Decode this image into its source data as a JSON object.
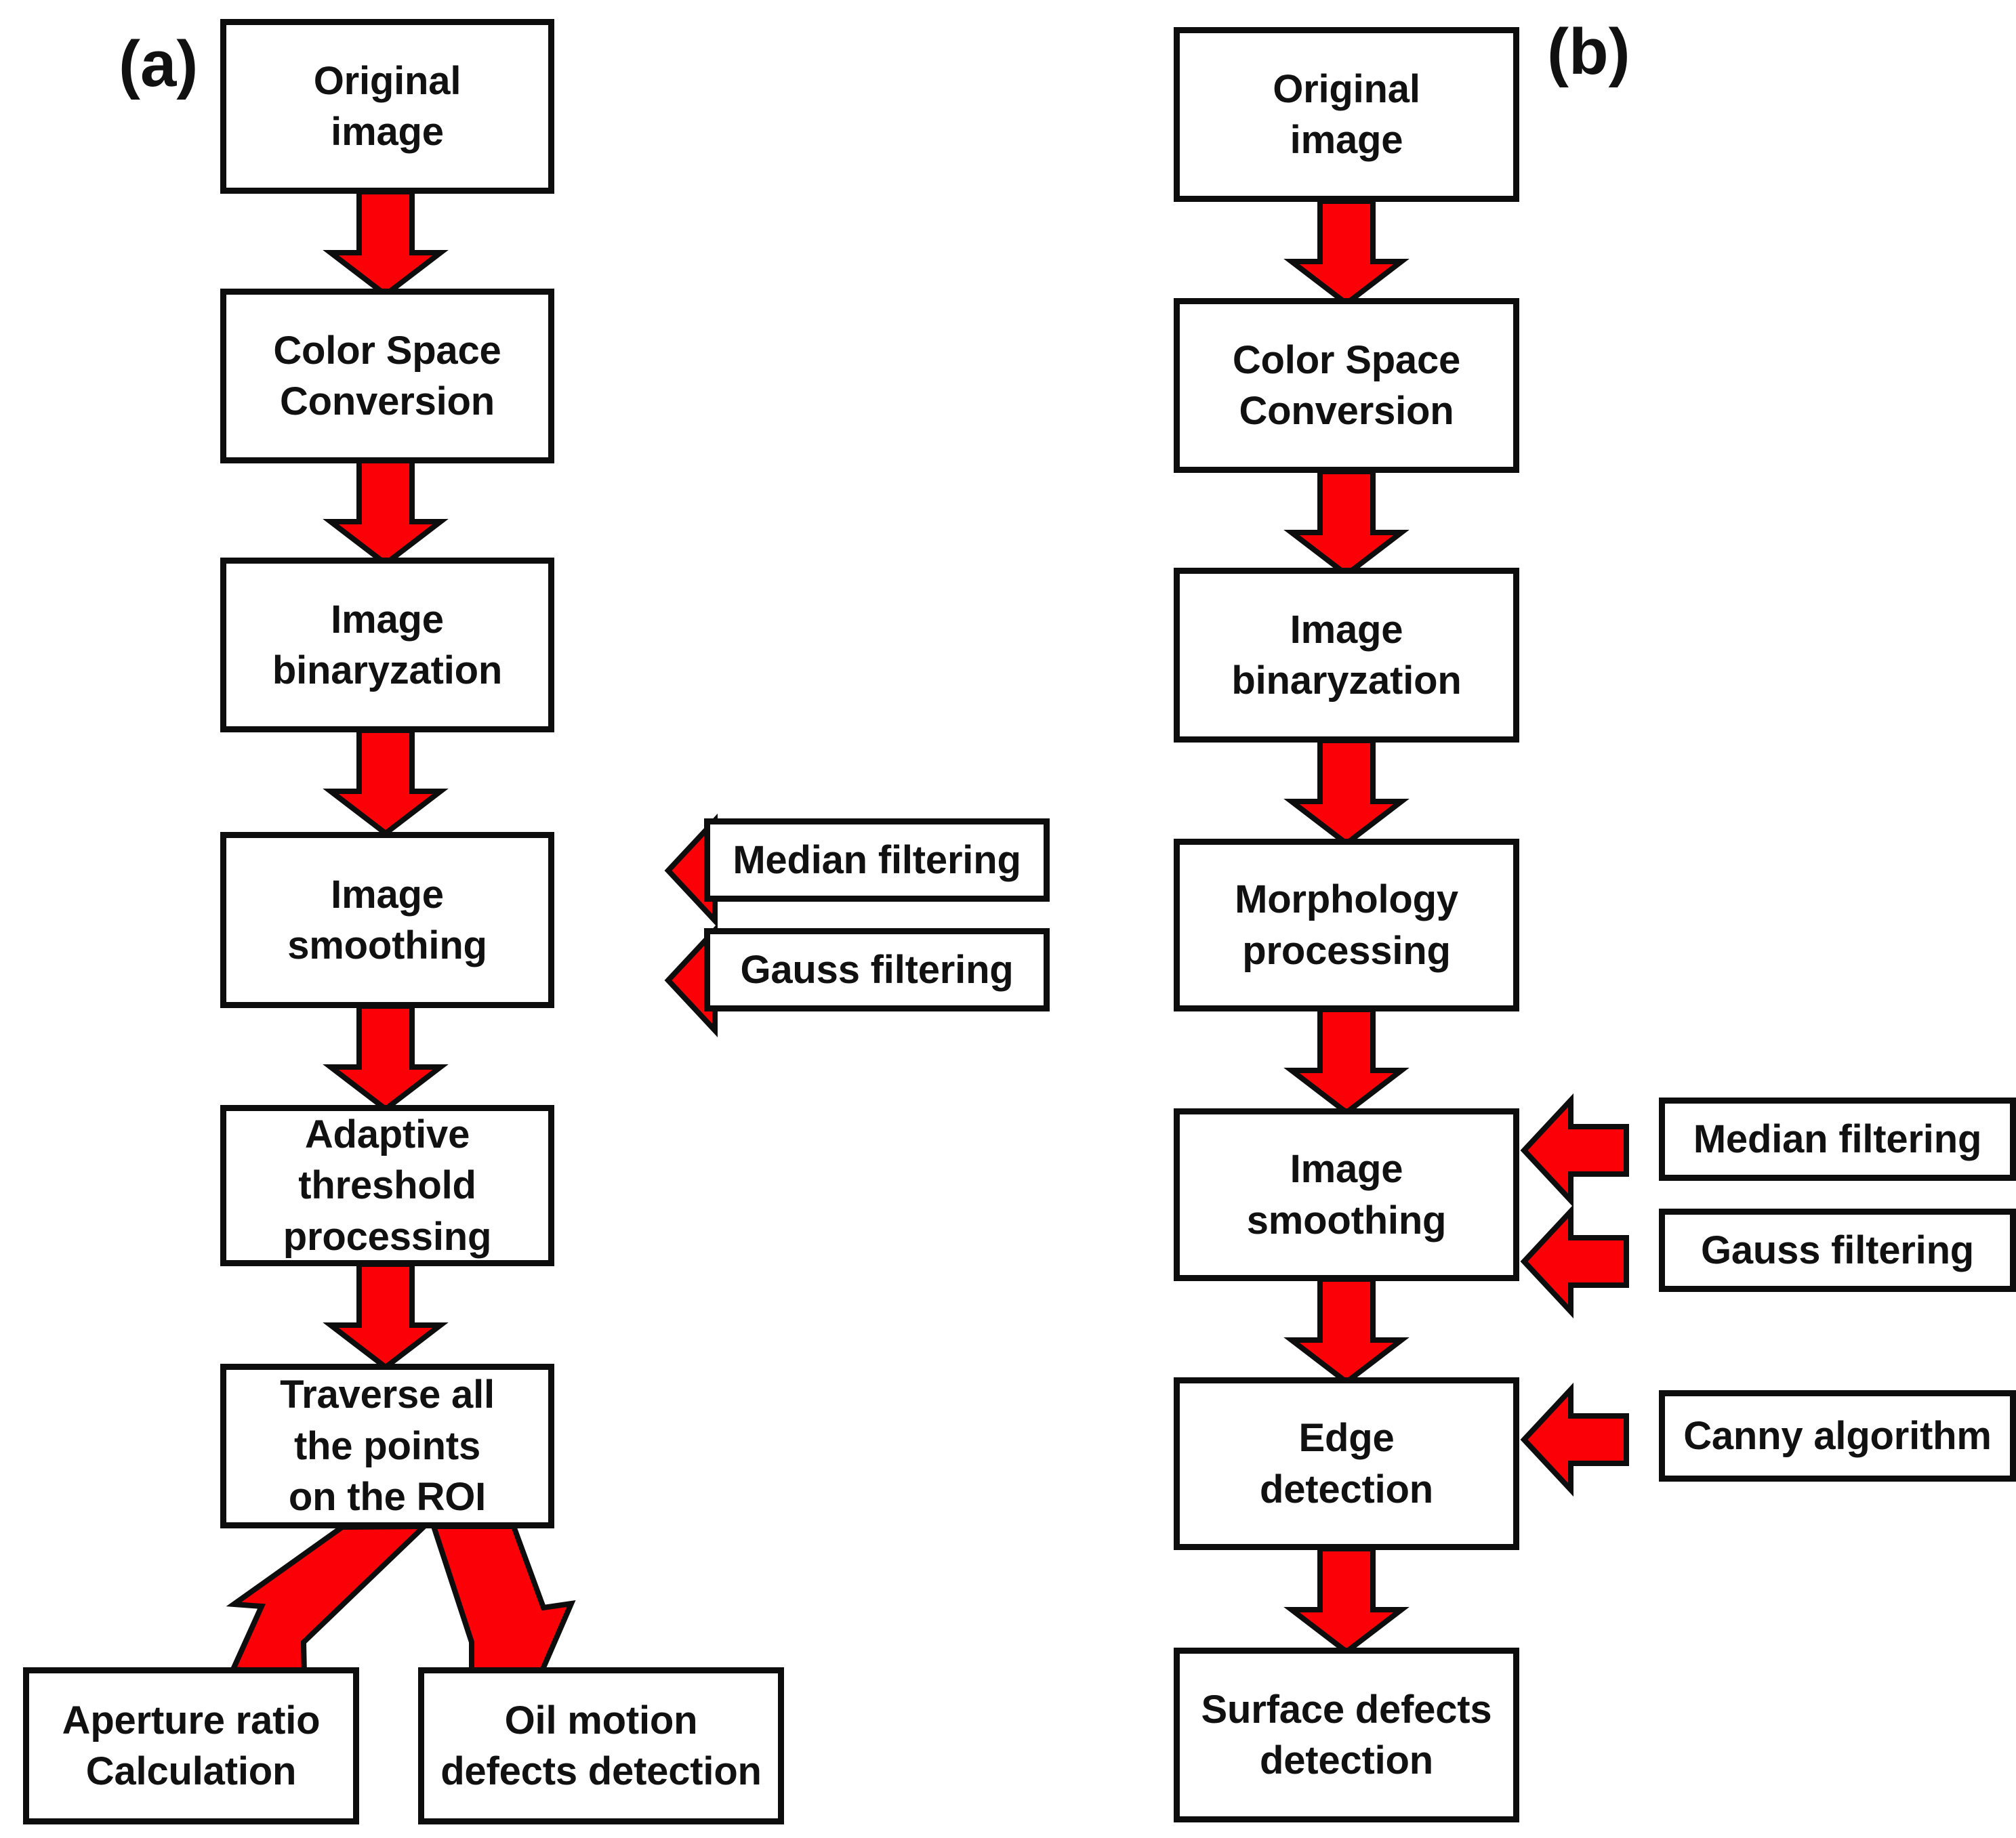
{
  "figure": {
    "type": "flowchart",
    "background_color": "#ffffff",
    "arrow_color": "#FB0007",
    "outline_color": "#0d0d0d",
    "text_color": "#111111",
    "panels": [
      {
        "tag": "(a)",
        "title": "Aperture ratio and oil motion defect detection pipeline",
        "nodes": [
          {
            "id": "a-original-image",
            "label": "Original\nimage"
          },
          {
            "id": "a-color-space",
            "label": "Color Space\nConversion"
          },
          {
            "id": "a-binaryzation",
            "label": "Image\nbinaryzation"
          },
          {
            "id": "a-image-smoothing",
            "label": "Image\nsmoothing"
          },
          {
            "id": "a-median-filtering",
            "label": "Median filtering"
          },
          {
            "id": "a-gauss-filtering",
            "label": "Gauss filtering"
          },
          {
            "id": "a-adaptive-threshold",
            "label": "Adaptive threshold\nprocessing"
          },
          {
            "id": "a-traverse-roi",
            "label": "Traverse  all\nthe points\non the ROI"
          },
          {
            "id": "a-aperture-ratio",
            "label": "Aperture ratio\nCalculation"
          },
          {
            "id": "a-oil-motion",
            "label": "Oil motion\ndefects detection"
          }
        ],
        "edges": [
          {
            "from": "a-original-image",
            "to": "a-color-space",
            "direction": "down"
          },
          {
            "from": "a-color-space",
            "to": "a-binaryzation",
            "direction": "down"
          },
          {
            "from": "a-binaryzation",
            "to": "a-image-smoothing",
            "direction": "down"
          },
          {
            "from": "a-median-filtering",
            "to": "a-image-smoothing",
            "direction": "left"
          },
          {
            "from": "a-gauss-filtering",
            "to": "a-image-smoothing",
            "direction": "left"
          },
          {
            "from": "a-image-smoothing",
            "to": "a-adaptive-threshold",
            "direction": "down"
          },
          {
            "from": "a-adaptive-threshold",
            "to": "a-traverse-roi",
            "direction": "down"
          },
          {
            "from": "a-traverse-roi",
            "to": "a-aperture-ratio",
            "direction": "down-left"
          },
          {
            "from": "a-traverse-roi",
            "to": "a-oil-motion",
            "direction": "down-right"
          }
        ]
      },
      {
        "tag": "(b)",
        "title": "Surface defect detection pipeline",
        "nodes": [
          {
            "id": "b-original-image",
            "label": "Original\nimage"
          },
          {
            "id": "b-color-space",
            "label": "Color Space\nConversion"
          },
          {
            "id": "b-binaryzation",
            "label": "Image\nbinaryzation"
          },
          {
            "id": "b-morphology",
            "label": "Morphology\nprocessing"
          },
          {
            "id": "b-image-smoothing",
            "label": "Image\nsmoothing"
          },
          {
            "id": "b-median-filtering",
            "label": "Median filtering"
          },
          {
            "id": "b-gauss-filtering",
            "label": "Gauss filtering"
          },
          {
            "id": "b-edge-detection",
            "label": "Edge\ndetection"
          },
          {
            "id": "b-canny-algorithm",
            "label": "Canny algorithm"
          },
          {
            "id": "b-surface-defects",
            "label": "Surface defects\ndetection"
          }
        ],
        "edges": [
          {
            "from": "b-original-image",
            "to": "b-color-space",
            "direction": "down"
          },
          {
            "from": "b-color-space",
            "to": "b-binaryzation",
            "direction": "down"
          },
          {
            "from": "b-binaryzation",
            "to": "b-morphology",
            "direction": "down"
          },
          {
            "from": "b-morphology",
            "to": "b-image-smoothing",
            "direction": "down"
          },
          {
            "from": "b-median-filtering",
            "to": "b-image-smoothing",
            "direction": "left"
          },
          {
            "from": "b-gauss-filtering",
            "to": "b-image-smoothing",
            "direction": "left"
          },
          {
            "from": "b-image-smoothing",
            "to": "b-edge-detection",
            "direction": "down"
          },
          {
            "from": "b-canny-algorithm",
            "to": "b-edge-detection",
            "direction": "left"
          },
          {
            "from": "b-edge-detection",
            "to": "b-surface-defects",
            "direction": "down"
          }
        ]
      }
    ]
  }
}
